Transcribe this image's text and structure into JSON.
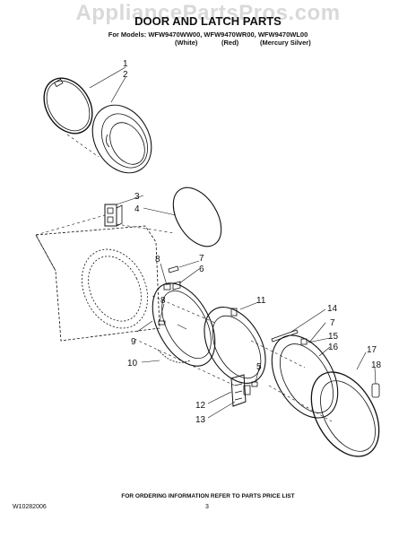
{
  "watermark": "AppliancePartsPros.com",
  "title": "DOOR AND LATCH PARTS",
  "models_line": "For Models: WFW9470WW00, WFW9470WR00, WFW9470WL00",
  "model_colors": [
    "(White)",
    "(Red)",
    "(Mercury Silver)"
  ],
  "callouts": [
    "1",
    "2",
    "3",
    "4",
    "7",
    "6",
    "8",
    "11",
    "8",
    "14",
    "7",
    "9",
    "15",
    "16",
    "17",
    "10",
    "5",
    "18",
    "12",
    "13"
  ],
  "footer": "FOR ORDERING INFORMATION REFER TO PARTS PRICE LIST",
  "doc_number": "W10282006",
  "page_number": "3"
}
